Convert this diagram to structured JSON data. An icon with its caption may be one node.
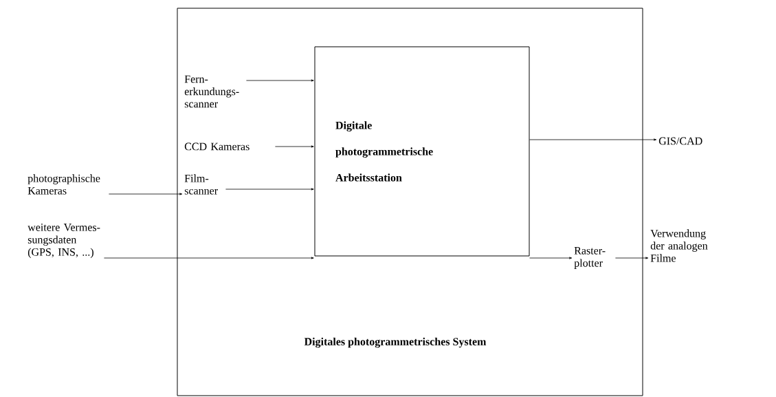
{
  "diagram": {
    "nodes": [
      {
        "text": [
          "Digitales photogrammetrisches System"
        ]
      },
      {
        "text": [
          "Fern- erkundungs- scanner"
        ],
        "in": 0
      },
      {
        "text": [
          "CCD Kameras"
        ],
        "in": 0
      },
      {
        "text": [
          "Film- scanner"
        ],
        "in": 0
      },
      {
        "text": [
          "Digitale photogrammetrische Arbeitsstation"
        ],
        "in": 0
      },
      {
        "text": [
          "photographische Kameras"
        ]
      },
      {
        "text": [
          "weitere Vermes- sungsdaten (GPS, INS, ...)"
        ]
      },
      {
        "text": [
          "GIS/CAD"
        ]
      },
      {
        "text": [
          "Raster- plotter"
        ],
        "in": 0
      },
      {
        "text": [
          "Verwendung der analogen Filme"
        ]
      }
    ],
    "edges": [
      {
        "from": 1,
        "to": 4,
        "arrow": "to"
      },
      {
        "from": 2,
        "to": 4,
        "arrow": "to"
      },
      {
        "from": 3,
        "to": 4,
        "arrow": "to"
      },
      {
        "from": 5,
        "to": 3,
        "arrow": "to"
      },
      {
        "from": 6,
        "to": 4,
        "arrow": "to"
      },
      {
        "from": 4,
        "to": 7,
        "arrow": "to"
      },
      {
        "from": 4,
        "to": 8,
        "arrow": "to"
      },
      {
        "from": 8,
        "to": 9,
        "arrow": "to"
      }
    ]
  }
}
